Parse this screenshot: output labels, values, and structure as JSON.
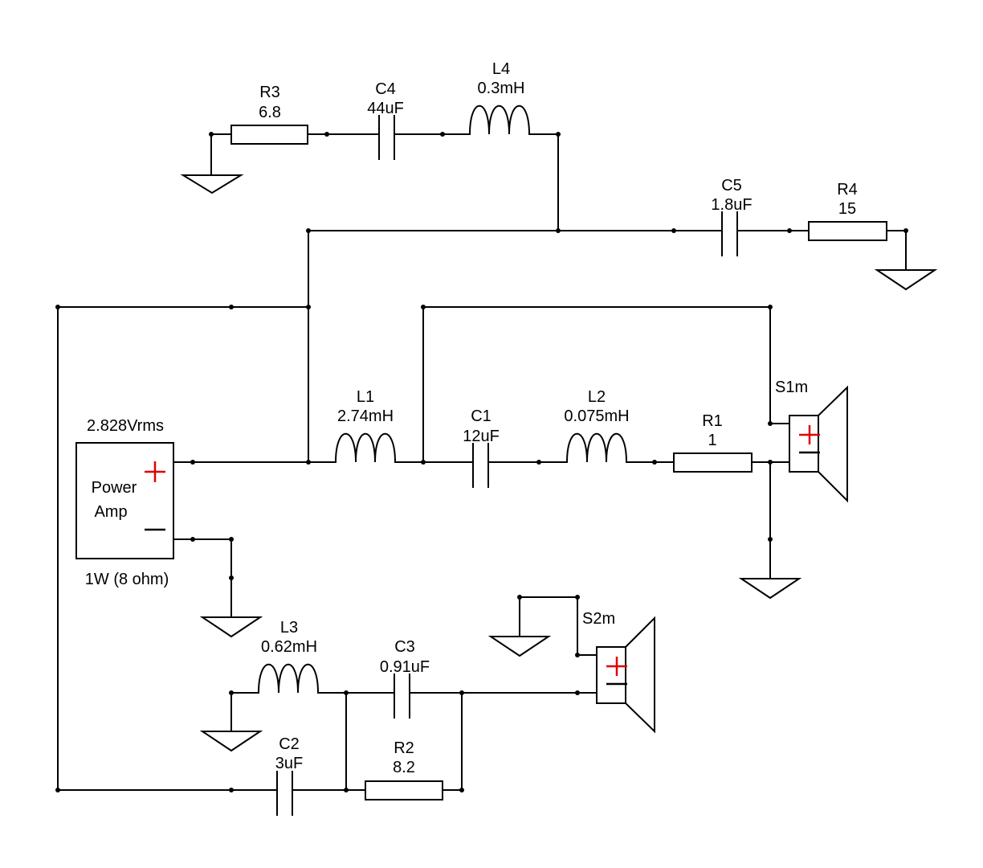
{
  "components": {
    "r3": {
      "ref": "R3",
      "value": "6.8"
    },
    "c4": {
      "ref": "C4",
      "value": "44uF"
    },
    "l4": {
      "ref": "L4",
      "value": "0.3mH"
    },
    "c5": {
      "ref": "C5",
      "value": "1.8uF"
    },
    "r4": {
      "ref": "R4",
      "value": "15"
    },
    "l1": {
      "ref": "L1",
      "value": "2.74mH"
    },
    "c1": {
      "ref": "C1",
      "value": "12uF"
    },
    "l2": {
      "ref": "L2",
      "value": "0.075mH"
    },
    "r1": {
      "ref": "R1",
      "value": "1"
    },
    "s1": {
      "ref": "S1m"
    },
    "s2": {
      "ref": "S2m"
    },
    "l3": {
      "ref": "L3",
      "value": "0.62mH"
    },
    "c3": {
      "ref": "C3",
      "value": "0.91uF"
    },
    "c2": {
      "ref": "C2",
      "value": "3uF"
    },
    "r2": {
      "ref": "R2",
      "value": "8.2"
    }
  },
  "amp": {
    "voltage": "2.828Vrms",
    "name_line1": "Power",
    "name_line2": "Amp",
    "rating": "1W (8 ohm)"
  },
  "colors": {
    "wire": "#000000",
    "polarity_plus": "#e00000"
  }
}
